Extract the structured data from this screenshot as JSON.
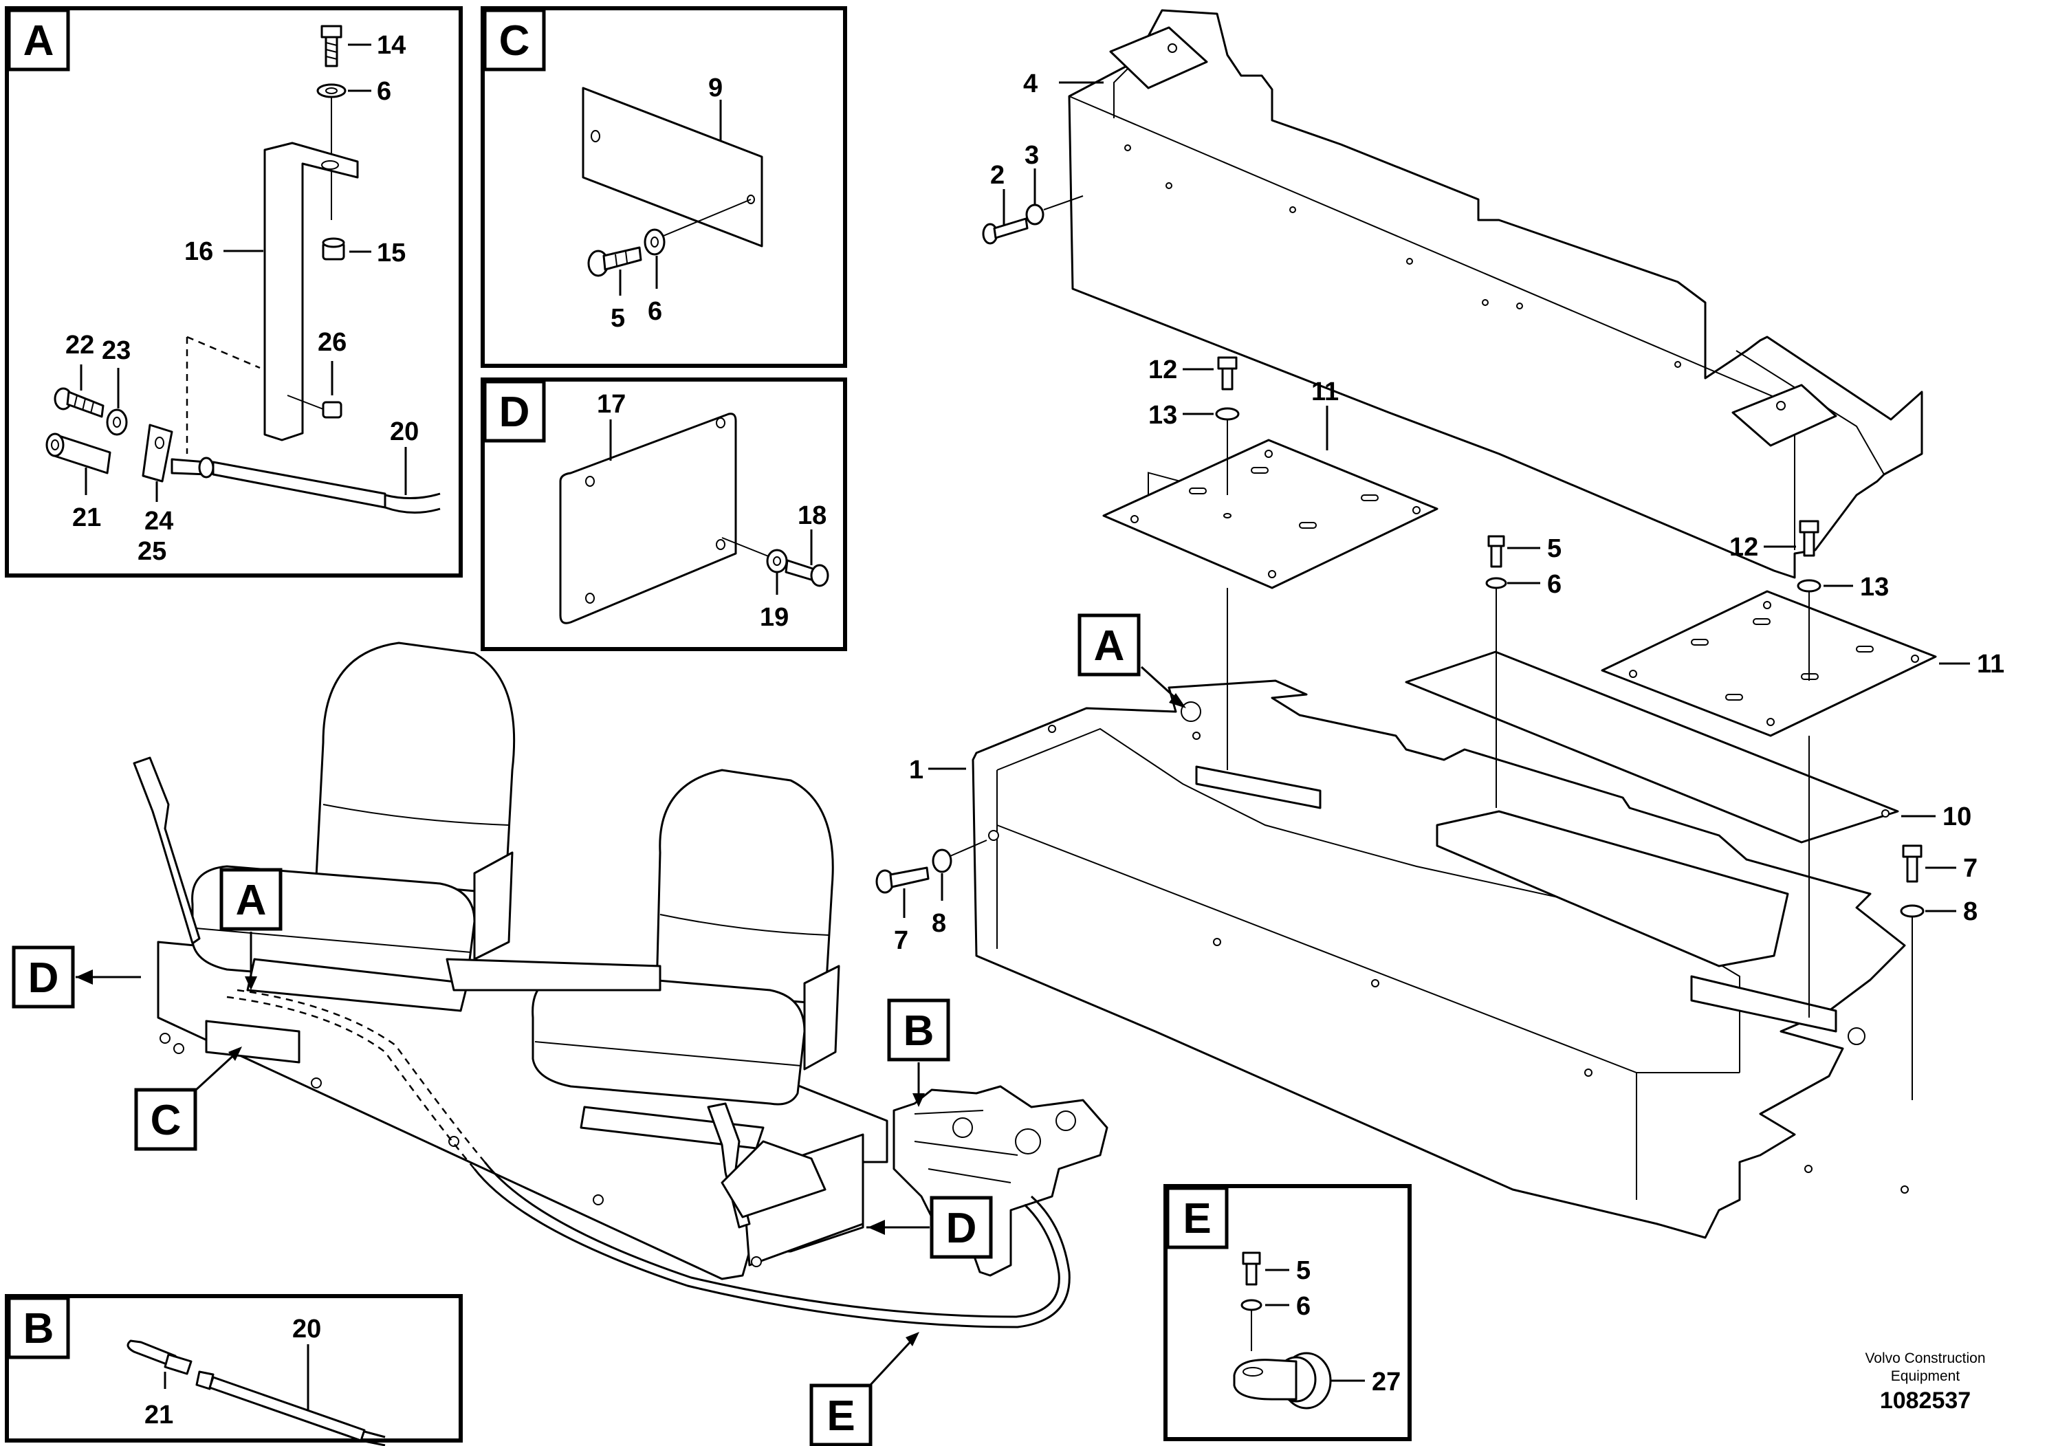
{
  "panels": {
    "A": {
      "letter": "A"
    },
    "B": {
      "letter": "B"
    },
    "C": {
      "letter": "C"
    },
    "D": {
      "letter": "D"
    },
    "E": {
      "letter": "E"
    }
  },
  "callouts": {
    "A": {
      "letter": "A"
    },
    "B": {
      "letter": "B"
    },
    "C": {
      "letter": "C"
    },
    "D": {
      "letter": "D"
    },
    "E": {
      "letter": "E"
    },
    "A_main": {
      "letter": "A"
    },
    "D_main": {
      "letter": "D"
    }
  },
  "labels": {
    "A": {
      "l14": "14",
      "l6": "6",
      "l16": "16",
      "l15": "15",
      "l22": "22",
      "l23": "23",
      "l26": "26",
      "l20": "20",
      "l21": "21",
      "l24": "24",
      "l25": "25"
    },
    "C": {
      "l9": "9",
      "l5": "5",
      "l6": "6"
    },
    "D": {
      "l17": "17",
      "l18": "18",
      "l19": "19"
    },
    "B": {
      "l20": "20",
      "l21": "21"
    },
    "E": {
      "l5": "5",
      "l6": "6",
      "l27": "27"
    },
    "main": {
      "l4": "4",
      "l2": "2",
      "l3": "3",
      "l12a": "12",
      "l13a": "13",
      "l11a": "11",
      "l5": "5",
      "l6": "6",
      "l12b": "12",
      "l13b": "13",
      "l11b": "11",
      "l1": "1",
      "l10": "10",
      "l7a": "7",
      "l8a": "8",
      "l7b": "7",
      "l8b": "8"
    }
  },
  "footer": {
    "company": "Volvo Construction",
    "company2": "Equipment",
    "doc_number": "1082537"
  }
}
